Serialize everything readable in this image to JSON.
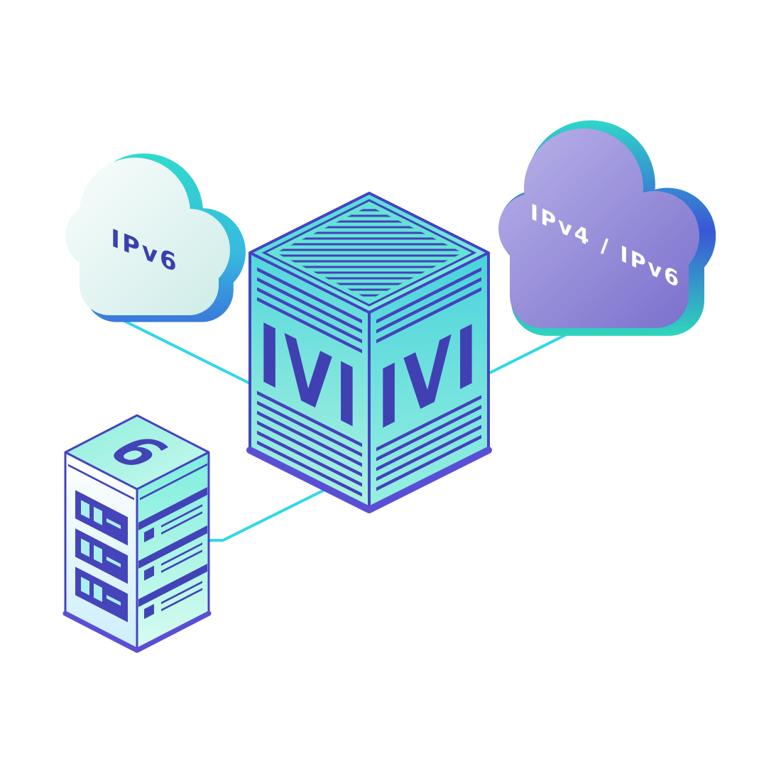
{
  "palette": {
    "background": "#ffffff",
    "accent_cyan": "#2fd7ea",
    "indigo": "#4343b8",
    "edge_purple": "#5a4fd4",
    "teal": "#2fe3c3",
    "cloud_purple": "#8f84d6",
    "mint": "#aff3de"
  },
  "nodes": {
    "cloud_left": {
      "type": "cloud",
      "label": "IPv6"
    },
    "cloud_right": {
      "type": "cloud",
      "label": "IPv4 / IPv6"
    },
    "gateway": {
      "type": "isometric-cube",
      "label_left_face": "IVI",
      "label_right_face": "IVI"
    },
    "server": {
      "type": "server-rack",
      "label": "6"
    }
  },
  "edges": [
    {
      "from": "cloud_left",
      "to": "gateway"
    },
    {
      "from": "cloud_right",
      "to": "gateway"
    },
    {
      "from": "server",
      "to": "gateway"
    }
  ]
}
